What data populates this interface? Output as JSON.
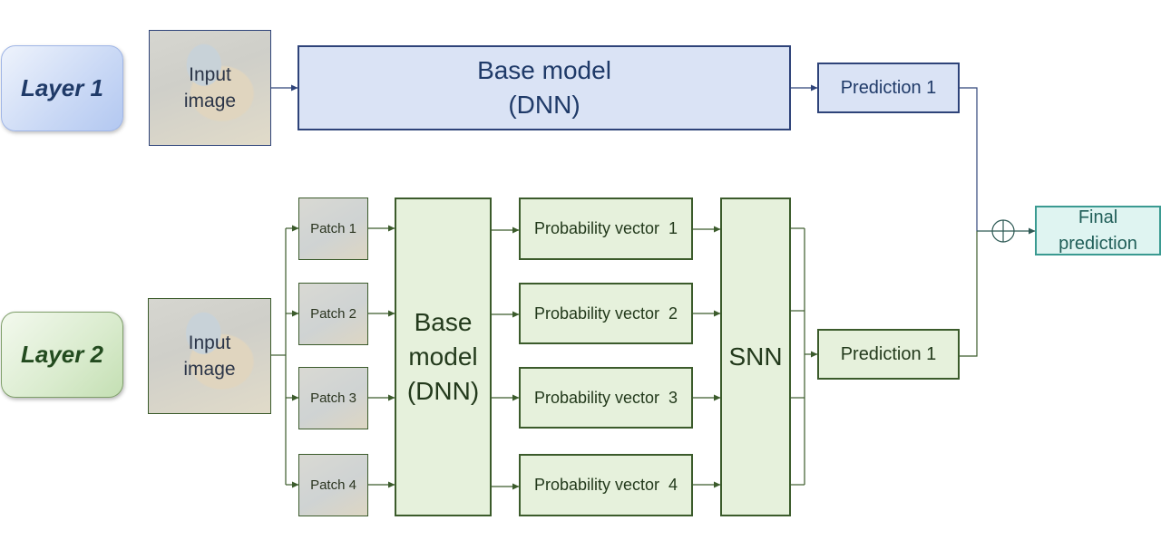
{
  "layer1": {
    "label": "Layer 1",
    "input_line1": "Input",
    "input_line2": "image",
    "base_line1": "Base model",
    "base_line2": "(DNN)",
    "prediction": "Prediction 1"
  },
  "layer2": {
    "label": "Layer 2",
    "input_line1": "Input",
    "input_line2": "image",
    "patches": [
      "Patch 1",
      "Patch 2",
      "Patch 3",
      "Patch 4"
    ],
    "base_line1": "Base",
    "base_line2": "model",
    "base_line3": "(DNN)",
    "probability_vectors": [
      "Probability vector  1",
      "Probability vector  2",
      "Probability vector  3",
      "Probability vector  4"
    ],
    "snn": "SNN",
    "prediction": "Prediction 1"
  },
  "combine": {
    "final_line1": "Final",
    "final_line2": "prediction"
  },
  "colors": {
    "layer1_accent": "#2e4379",
    "layer1_fill": "#dae3f5",
    "layer2_accent": "#3b5b2b",
    "layer2_fill": "#e6f1dc",
    "final_accent": "#3a9a91",
    "final_fill": "#dff4f1"
  }
}
